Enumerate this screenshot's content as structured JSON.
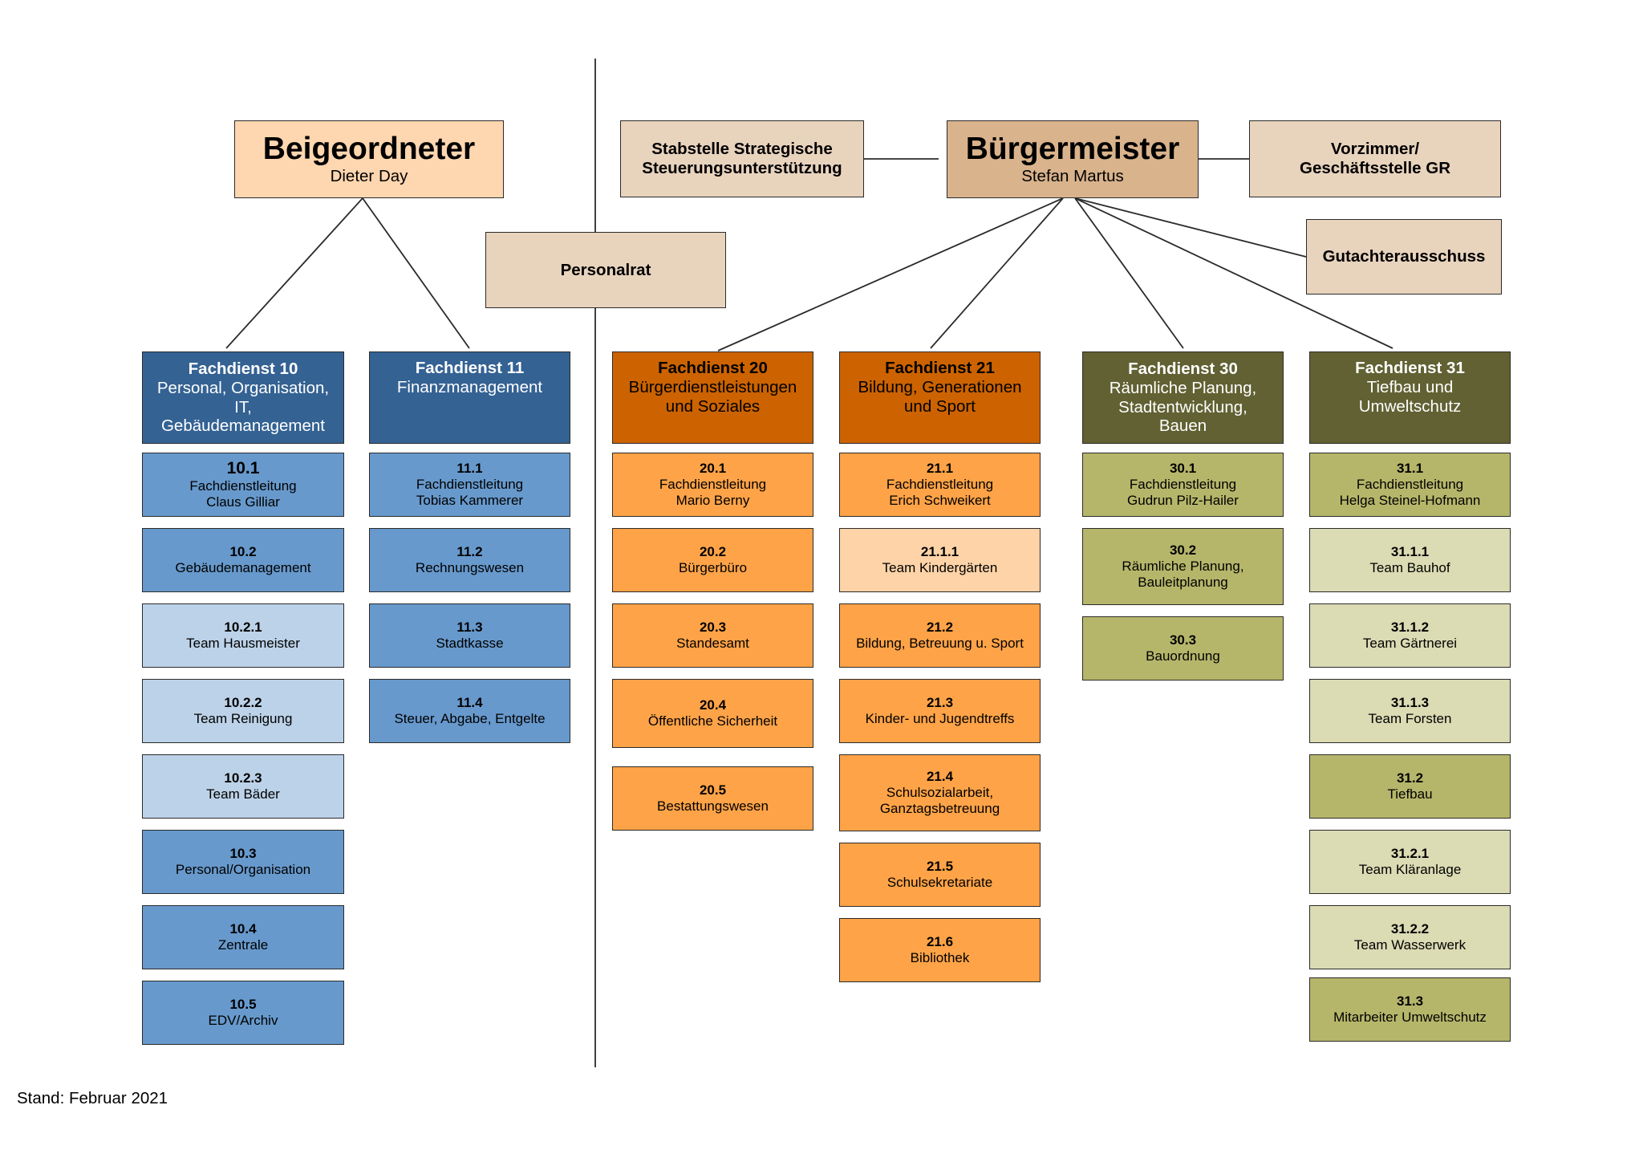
{
  "colors": {
    "dark_blue": "#346293",
    "mid_blue": "#6799cc",
    "light_blue": "#bcd2e8",
    "dark_orange": "#cc6300",
    "orange": "#fea347",
    "light_orange": "#fed3a7",
    "dark_olive": "#616133",
    "olive": "#b6b66b",
    "light_olive": "#dbdbb4",
    "beige": "#fed6b0",
    "mayor": "#d9b38c",
    "staff": "#e8d3bd"
  },
  "beigeordneter": {
    "title": "Beigeordneter",
    "name": "Dieter Day"
  },
  "buergermeister": {
    "title": "Bürgermeister",
    "name": "Stefan Martus"
  },
  "stabstelle": {
    "label": "Stabstelle Strategische\nSteuerungsunterstützung"
  },
  "vorzimmer": {
    "label": "Vorzimmer/\nGeschäftsstelle GR"
  },
  "personalrat": {
    "label": "Personalrat"
  },
  "gutachter": {
    "label": "Gutachterausschuss"
  },
  "fachdienste": [
    {
      "id": "fd10",
      "num": "Fachdienst 10",
      "label": "Personal, Organisation,\nIT,\nGebäudemanagement",
      "units": [
        {
          "num": "10.1",
          "label": "Fachdienstleitung\nClaus Gilliar"
        },
        {
          "num": "10.2",
          "label": "Gebäudemanagement"
        },
        {
          "num": "10.2.1",
          "label": "Team Hausmeister"
        },
        {
          "num": "10.2.2",
          "label": "Team Reinigung"
        },
        {
          "num": "10.2.3",
          "label": "Team Bäder"
        },
        {
          "num": "10.3",
          "label": "Personal/Organisation"
        },
        {
          "num": "10.4",
          "label": "Zentrale"
        },
        {
          "num": "10.5",
          "label": "EDV/Archiv"
        }
      ]
    },
    {
      "id": "fd11",
      "num": "Fachdienst 11",
      "label": "Finanzmanagement",
      "units": [
        {
          "num": "11.1",
          "label": "Fachdienstleitung\nTobias Kammerer"
        },
        {
          "num": "11.2",
          "label": "Rechnungswesen"
        },
        {
          "num": "11.3",
          "label": "Stadtkasse"
        },
        {
          "num": "11.4",
          "label": "Steuer, Abgabe, Entgelte"
        }
      ]
    },
    {
      "id": "fd20",
      "num": "Fachdienst 20",
      "label": "Bürgerdienstleistungen\nund Soziales",
      "units": [
        {
          "num": "20.1",
          "label": "Fachdienstleitung\nMario Berny"
        },
        {
          "num": "20.2",
          "label": "Bürgerbüro"
        },
        {
          "num": "20.3",
          "label": "Standesamt"
        },
        {
          "num": "20.4",
          "label": "Öffentliche Sicherheit"
        },
        {
          "num": "20.5",
          "label": "Bestattungswesen"
        }
      ]
    },
    {
      "id": "fd21",
      "num": "Fachdienst 21",
      "label": "Bildung, Generationen\nund Sport",
      "units": [
        {
          "num": "21.1",
          "label": "Fachdienstleitung\nErich Schweikert"
        },
        {
          "num": "21.1.1",
          "label": "Team Kindergärten"
        },
        {
          "num": "21.2",
          "label": "Bildung, Betreuung u. Sport"
        },
        {
          "num": "21.3",
          "label": "Kinder- und Jugendtreffs"
        },
        {
          "num": "21.4",
          "label": "Schulsozialarbeit,\nGanztagsbetreuung"
        },
        {
          "num": "21.5",
          "label": "Schulsekretariate"
        },
        {
          "num": "21.6",
          "label": "Bibliothek"
        }
      ]
    },
    {
      "id": "fd30",
      "num": "Fachdienst 30",
      "label": "Räumliche Planung,\nStadtentwicklung,\nBauen",
      "units": [
        {
          "num": "30.1",
          "label": "Fachdienstleitung\nGudrun Pilz-Hailer"
        },
        {
          "num": "30.2",
          "label": "Räumliche Planung,\nBauleitplanung"
        },
        {
          "num": "30.3",
          "label": "Bauordnung"
        }
      ]
    },
    {
      "id": "fd31",
      "num": "Fachdienst 31",
      "label": "Tiefbau und\nUmweltschutz",
      "units": [
        {
          "num": "31.1",
          "label": "Fachdienstleitung\nHelga Steinel-Hofmann"
        },
        {
          "num": "31.1.1",
          "label": "Team Bauhof"
        },
        {
          "num": "31.1.2",
          "label": "Team Gärtnerei"
        },
        {
          "num": "31.1.3",
          "label": "Team Forsten"
        },
        {
          "num": "31.2",
          "label": "Tiefbau"
        },
        {
          "num": "31.2.1",
          "label": "Team Kläranlage"
        },
        {
          "num": "31.2.2",
          "label": "Team Wasserwerk"
        },
        {
          "num": "31.3",
          "label": "Mitarbeiter Umweltschutz"
        }
      ]
    }
  ],
  "footer": {
    "stand": "Stand: Februar 2021"
  }
}
